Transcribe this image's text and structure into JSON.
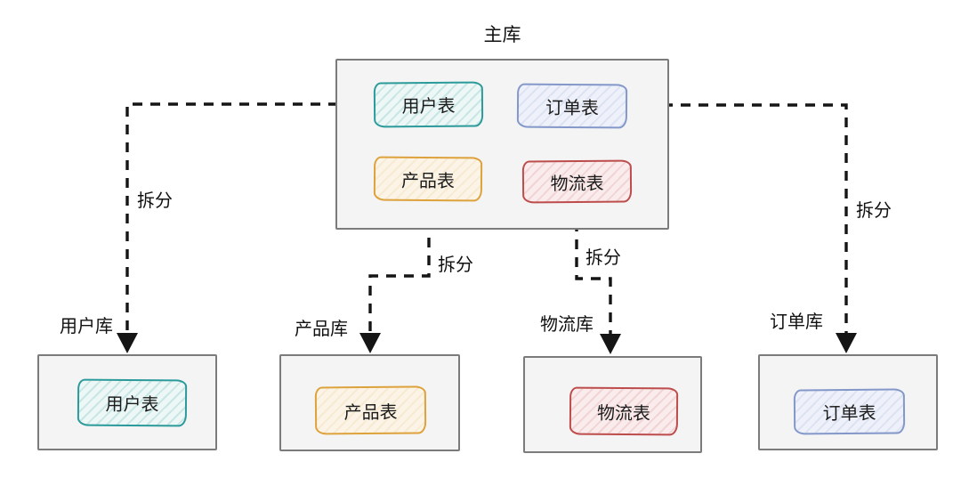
{
  "labels": {
    "split": "拆分"
  },
  "main_db": {
    "label": "主库",
    "tables": [
      {
        "id": "user",
        "label": "用户表",
        "color": "#2b9a9a"
      },
      {
        "id": "order",
        "label": "订单表",
        "color": "#8398c9"
      },
      {
        "id": "product",
        "label": "产品表",
        "color": "#dda23c"
      },
      {
        "id": "logistics",
        "label": "物流表",
        "color": "#bd4c4c"
      }
    ]
  },
  "shards": [
    {
      "id": "user",
      "db_label": "用户库",
      "table_label": "用户表",
      "color": "#2b9a9a"
    },
    {
      "id": "product",
      "db_label": "产品库",
      "table_label": "产品表",
      "color": "#dda23c"
    },
    {
      "id": "logistics",
      "db_label": "物流库",
      "table_label": "物流表",
      "color": "#bd4c4c"
    },
    {
      "id": "order",
      "db_label": "订单库",
      "table_label": "订单表",
      "color": "#8398c9"
    }
  ],
  "palette": {
    "background": "#ffffff",
    "container_fill": "#f4f4f4",
    "container_border": "#7b7b7b",
    "arrow": "#151515",
    "text": "#111111"
  }
}
